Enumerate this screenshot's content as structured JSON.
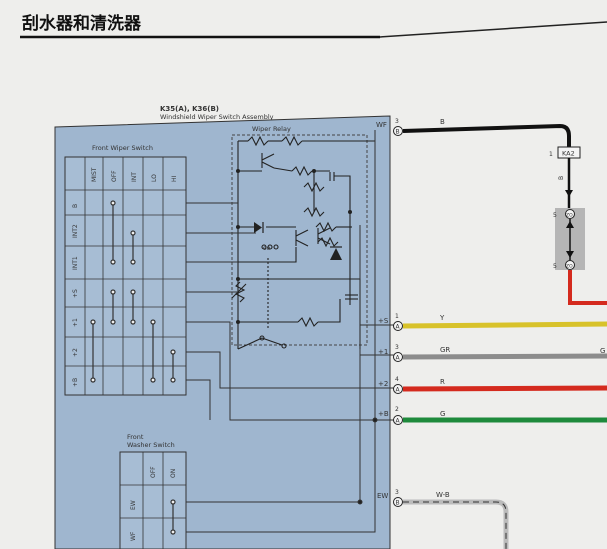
{
  "page": {
    "title": "刮水器和清洗器"
  },
  "assembly": {
    "code": "K35(A), K36(B)",
    "name": "Windshield Wiper Switch Assembly"
  },
  "relay": {
    "name": "Wiper Relay"
  },
  "front_wiper_switch": {
    "name": "Front Wiper Switch",
    "positions": [
      "MIST",
      "OFF",
      "INT",
      "LO",
      "HI"
    ],
    "terminals": [
      "B",
      "INT2",
      "INT1",
      "+S",
      "+1",
      "+2",
      "+B"
    ]
  },
  "front_washer_switch": {
    "name_line1": "Front",
    "name_line2": "Washer Switch",
    "positions": [
      "OFF",
      "ON"
    ],
    "terminals": [
      "EW",
      "WF"
    ]
  },
  "pins": [
    {
      "label": "WF",
      "num": "3",
      "conn": "B",
      "wire_color": "B",
      "color": "#111111"
    },
    {
      "label": "+S",
      "num": "1",
      "conn": "A",
      "wire_color": "Y",
      "color": "#d8c22a"
    },
    {
      "label": "+1",
      "num": "3",
      "conn": "A",
      "wire_color": "GR",
      "color": "#8c8c8c"
    },
    {
      "label": "+2",
      "num": "4",
      "conn": "A",
      "wire_color": "R",
      "color": "#d42a1e"
    },
    {
      "label": "+B",
      "num": "2",
      "conn": "A",
      "wire_color": "G",
      "color": "#1e8a3c"
    },
    {
      "label": "EW",
      "num": "3",
      "conn": "B",
      "wire_color": "W-B",
      "color": "#bbbbbb"
    }
  ],
  "junction": {
    "top_num": "1",
    "top_label": "KA2",
    "wire": "B",
    "mid_num": "5",
    "bot_num": "5",
    "mid_ref": "ZO",
    "bot_ref": "ZO"
  },
  "edge_label": "G"
}
